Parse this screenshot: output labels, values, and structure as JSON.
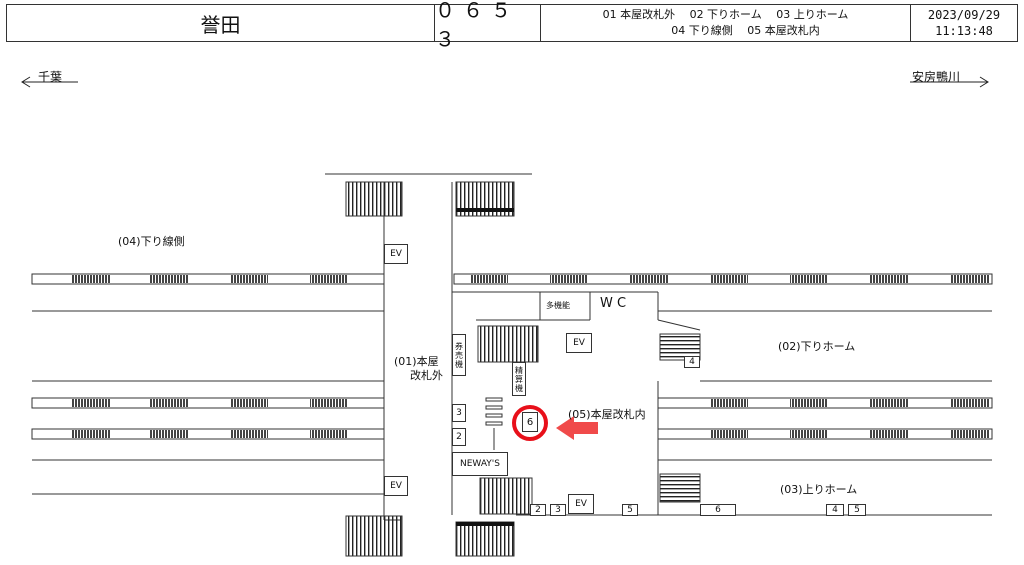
{
  "header": {
    "station": "誉田",
    "code": "０６５３",
    "legend_line1": "01 本屋改札外　 02 下りホーム　 03 上りホーム",
    "legend_line2": "04 下り線側　 05 本屋改札内",
    "date": "2023/09/29",
    "time": "11:13:48"
  },
  "directions": {
    "left": "千葉",
    "right": "安房鴨川"
  },
  "areas": {
    "a04": "(04)下り線側",
    "a01_line1": "(01)本屋",
    "a01_line2": "改札外",
    "a02": "(02)下りホーム",
    "a03": "(03)上りホーム",
    "a05": "(05)本屋改札内"
  },
  "facilities": {
    "ev": "EV",
    "wc": "W C",
    "multi": "多機能",
    "ticket": "券売機",
    "fare": "精算機",
    "shop": "NEWAY'S"
  },
  "stairs": {
    "s6": "6",
    "s4": "4",
    "s5": "5",
    "s3": "3",
    "s2": "2"
  },
  "highlight": {
    "color": "#e8101a",
    "arrow_color": "#f04a4a"
  }
}
